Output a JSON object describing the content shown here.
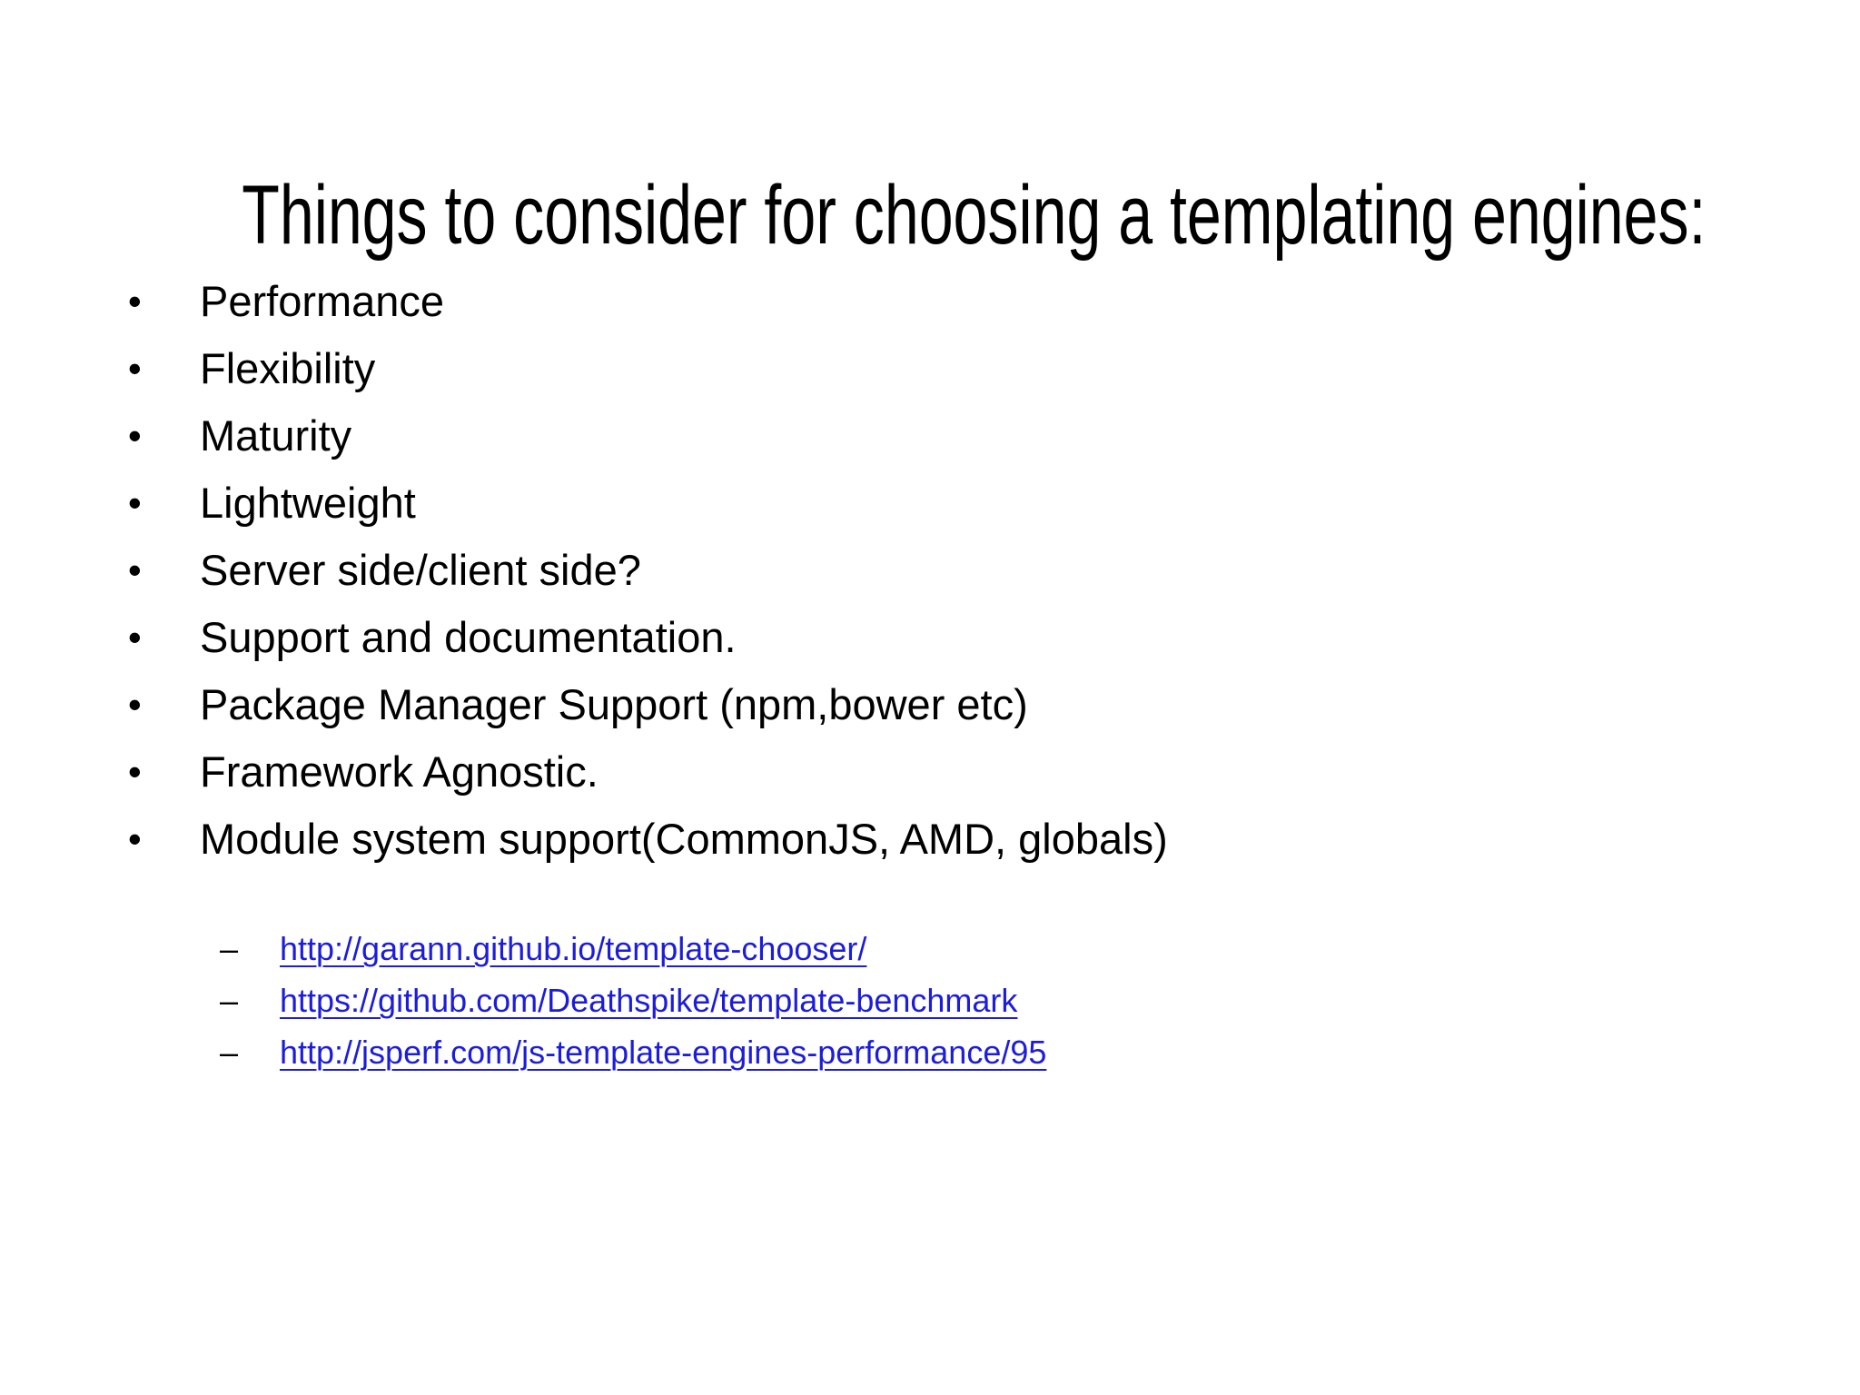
{
  "slide": {
    "title": "Things to consider for choosing a templating engines:",
    "bullet_glyph": "•",
    "dash_glyph": "–",
    "bullets": [
      "Performance",
      "Flexibility",
      "Maturity",
      "Lightweight",
      "Server side/client side?",
      "Support and documentation.",
      "Package Manager Support (npm,bower etc)",
      "Framework Agnostic.",
      "Module system support(CommonJS, AMD, globals)"
    ],
    "links": [
      "http://garann.github.io/template-chooser/",
      "https://github.com/Deathspike/template-benchmark",
      "http://jsperf.com/js-template-engines-performance/95"
    ],
    "colors": {
      "background": "#ffffff",
      "text": "#000000",
      "link": "#1c1cdc"
    }
  }
}
